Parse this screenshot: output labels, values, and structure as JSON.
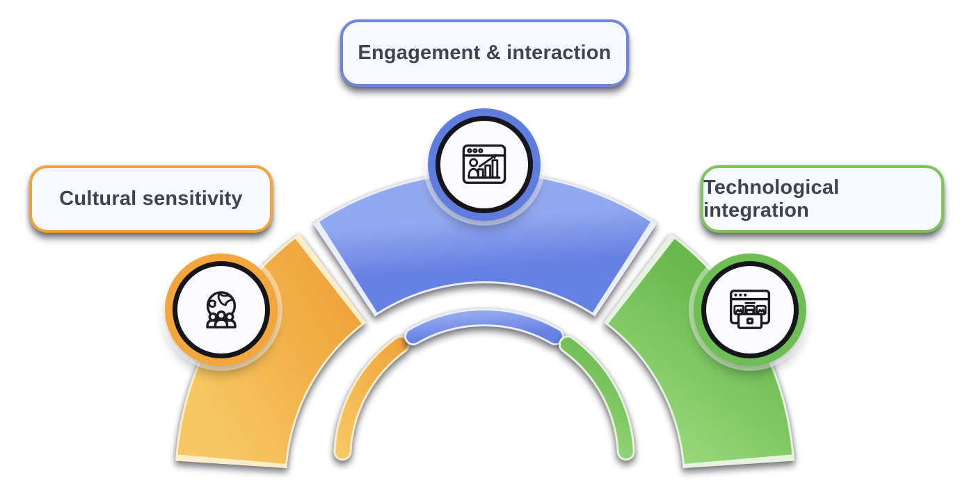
{
  "diagram": {
    "type": "semicircular-arch-3-segments",
    "items": [
      {
        "label": "Cultural sensitivity",
        "icon": "globe-people-icon",
        "color": "#EFA53C",
        "color_light": "#F7C763",
        "ring_color": "#F2A63C",
        "border_color": "#F0A63E"
      },
      {
        "label": "Engagement & interaction",
        "icon": "analytics-window-icon",
        "color": "#6680E3",
        "color_light": "#93A9EF",
        "ring_color": "#5F7CDF",
        "border_color": "#6F86DB"
      },
      {
        "label": "Technological integration",
        "icon": "window-images-briefcase-icon",
        "color": "#69B84E",
        "color_light": "#9AD97D",
        "ring_color": "#6FBE55",
        "border_color": "#7BC55C"
      }
    ],
    "label_bg": "#F8F9FE",
    "label_text_color": "#3F4450",
    "badge_fill": "#FAFAFF",
    "badge_inner_ring": "#15151C"
  }
}
